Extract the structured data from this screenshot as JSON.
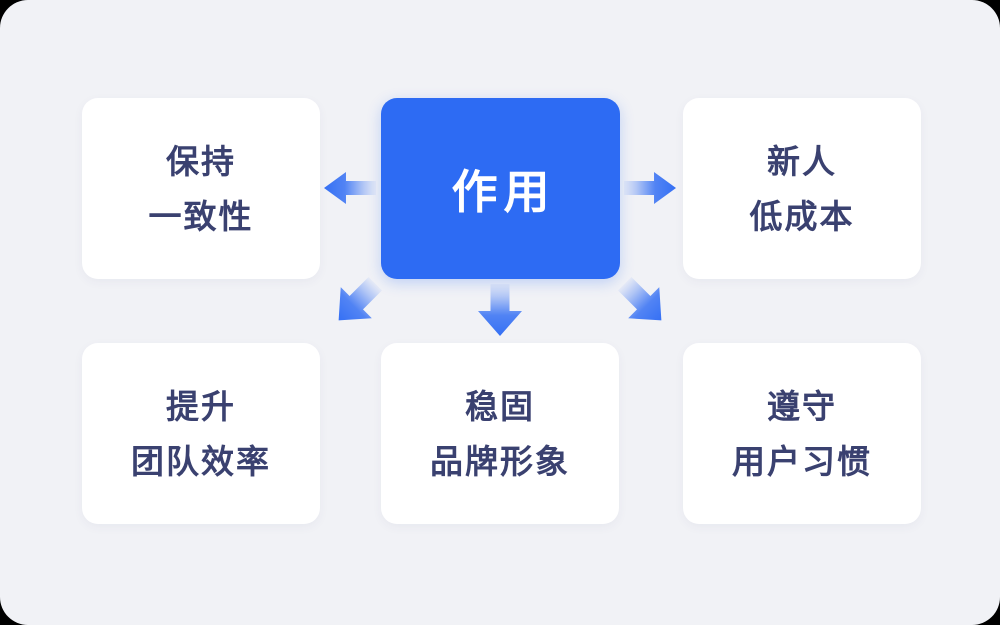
{
  "colors": {
    "page-bg": "#000000",
    "panel-bg": "#F1F2F6",
    "card-bg": "#FFFFFF",
    "card-text": "#3A4170",
    "accent": "#2D6BF3",
    "center-text": "#FFFFFF",
    "arrow-blue": "#3570F4"
  },
  "diagram": {
    "center": {
      "label": "作用"
    },
    "nodes": [
      {
        "id": "keep-consistency",
        "lines": [
          "保持",
          "一致性"
        ]
      },
      {
        "id": "newcomer-low-cost",
        "lines": [
          "新人",
          "低成本"
        ]
      },
      {
        "id": "improve-team-efficiency",
        "lines": [
          "提升",
          "团队效率"
        ]
      },
      {
        "id": "stable-brand-image",
        "lines": [
          "稳固",
          "品牌形象"
        ]
      },
      {
        "id": "follow-user-habits",
        "lines": [
          "遵守",
          "用户习惯"
        ]
      }
    ],
    "arrow_directions": [
      "left",
      "right",
      "down-left",
      "down",
      "down-right"
    ]
  }
}
